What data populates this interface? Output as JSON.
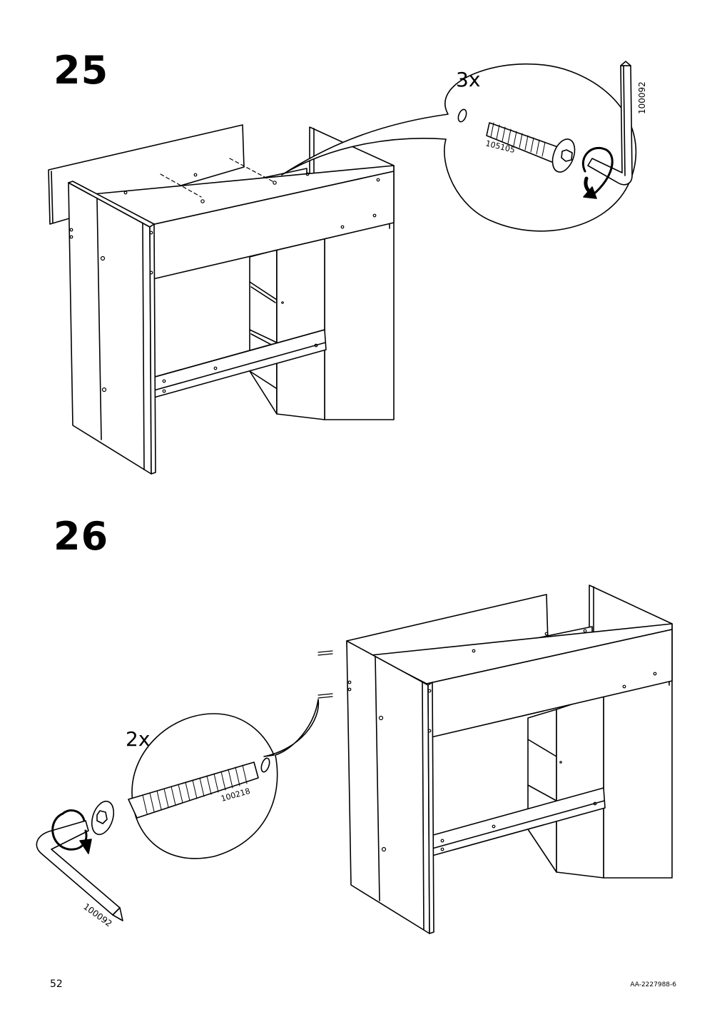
{
  "steps": [
    {
      "number": "25",
      "quantity": "3x",
      "part_screw": "105105",
      "part_tool": "100092"
    },
    {
      "number": "26",
      "quantity": "2x",
      "part_screw": "100218",
      "part_tool": "100092"
    }
  ],
  "footer": {
    "page_number": "52",
    "document_code": "AA-2227988-6"
  },
  "colors": {
    "line": "#000000",
    "background": "#ffffff"
  }
}
